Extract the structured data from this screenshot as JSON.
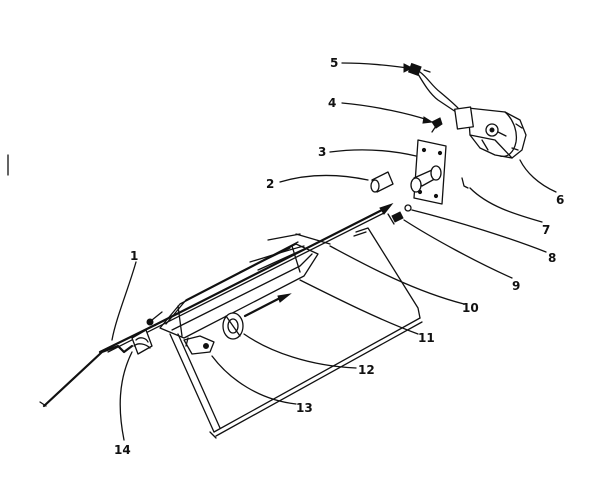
{
  "callouts": [
    {
      "id": "1",
      "text": "1"
    },
    {
      "id": "2",
      "text": "2"
    },
    {
      "id": "3",
      "text": "3"
    },
    {
      "id": "4",
      "text": "4"
    },
    {
      "id": "5",
      "text": "5"
    },
    {
      "id": "6",
      "text": "6"
    },
    {
      "id": "7",
      "text": "7"
    },
    {
      "id": "8",
      "text": "8"
    },
    {
      "id": "9",
      "text": "9"
    },
    {
      "id": "10",
      "text": "10"
    },
    {
      "id": "11",
      "text": "11"
    },
    {
      "id": "12",
      "text": "12"
    },
    {
      "id": "13",
      "text": "13"
    },
    {
      "id": "14",
      "text": "14"
    }
  ],
  "colors": {
    "ink": "#111111",
    "background": "#ffffff"
  }
}
